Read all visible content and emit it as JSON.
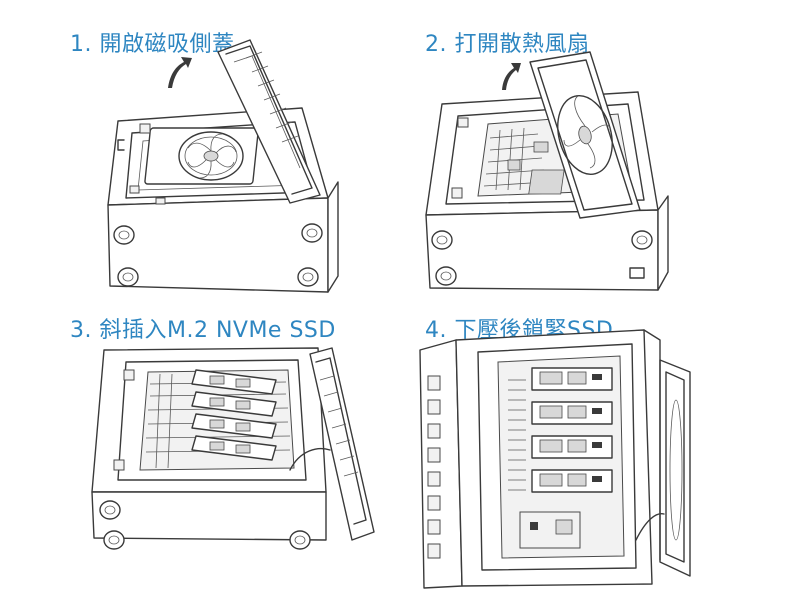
{
  "steps": [
    {
      "label": "1. 開啟磁吸側蓋"
    },
    {
      "label": "2. 打開散熱風扇"
    },
    {
      "label": "3. 斜插入M.2 NVMe SSD"
    },
    {
      "label": "4. 下壓後鎖緊SSD"
    }
  ],
  "colors": {
    "step_label": "#2e86c1",
    "line_art": "#3a3a3a"
  }
}
